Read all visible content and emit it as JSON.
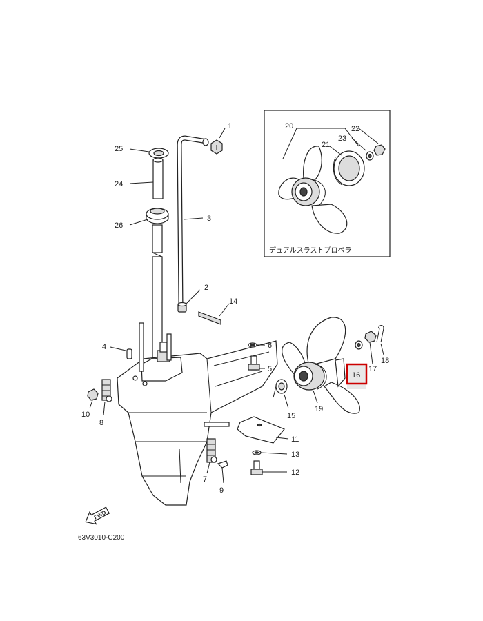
{
  "inset": {
    "caption": "デュアルスラストプロペラ"
  },
  "diagram_code": "63V3010-C200",
  "fwd_label": "FWD",
  "highlight_color": "#cc0000",
  "highlighted_part": "16",
  "callouts": {
    "p1": "1",
    "p2": "2",
    "p3": "3",
    "p4": "4",
    "p5": "5",
    "p6": "6",
    "p7": "7",
    "p8": "8",
    "p9": "9",
    "p10": "10",
    "p11": "11",
    "p12": "12",
    "p13": "13",
    "p14": "14",
    "p15": "15",
    "p16": "16",
    "p17": "17",
    "p18": "18",
    "p19": "19",
    "p20": "20",
    "p21": "21",
    "p22": "22",
    "p23": "23",
    "p24": "24",
    "p25": "25",
    "p26": "26"
  }
}
